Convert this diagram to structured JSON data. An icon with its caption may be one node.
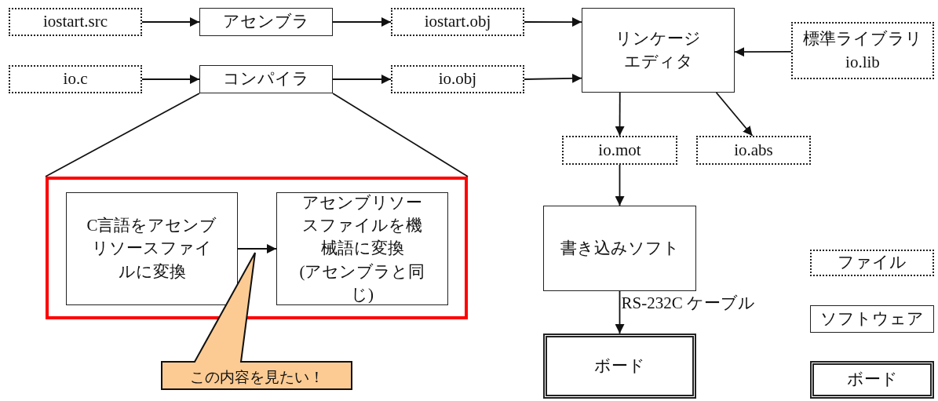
{
  "diagram": {
    "nodes": [
      {
        "text": [
          "iostart.src"
        ]
      },
      {
        "text": [
          "アセンブラ"
        ]
      },
      {
        "text": [
          "iostart.obj"
        ]
      },
      {
        "text": [
          "io.c"
        ]
      },
      {
        "text": [
          "コンパイラ"
        ]
      },
      {
        "text": [
          "io.obj"
        ]
      },
      {
        "text": [
          "リンケージエディタ"
        ]
      },
      {
        "text": [
          "標準ライブラリ",
          "io.lib"
        ]
      },
      {
        "text": [
          "io.mot"
        ]
      },
      {
        "text": [
          "io.abs"
        ]
      },
      {
        "text": [],
        "shape": "box"
      },
      {
        "text": [
          "C言語をアセンブリソースファイルに変換"
        ],
        "in": 10
      },
      {
        "text": [
          "アセンブリソースファイルを機械語に変換",
          "(アセンブラと同じ)"
        ],
        "in": 10
      },
      {
        "text": [
          "この内容を見たい！"
        ]
      },
      {
        "text": [
          "書き込みソフト"
        ]
      },
      {
        "text": [
          "ボード"
        ]
      }
    ],
    "edges": [
      {
        "from": 0,
        "to": 1,
        "arrow": "to"
      },
      {
        "from": 1,
        "to": 2,
        "arrow": "to"
      },
      {
        "from": 3,
        "to": 4,
        "arrow": "to"
      },
      {
        "from": 4,
        "to": 5,
        "arrow": "to"
      },
      {
        "from": 2,
        "to": 6,
        "arrow": "to"
      },
      {
        "from": 5,
        "to": 6,
        "arrow": "to"
      },
      {
        "from": 7,
        "to": 6,
        "arrow": "to"
      },
      {
        "from": 6,
        "to": 8,
        "arrow": "to"
      },
      {
        "from": 6,
        "to": 9,
        "arrow": "to"
      },
      {
        "from": 8,
        "to": 14,
        "arrow": "to"
      },
      {
        "from": 14,
        "to": 15,
        "arrow": "to",
        "label": "RS-232C ケーブル"
      },
      {
        "from": 11,
        "to": 12,
        "arrow": "to"
      },
      {
        "from": 4,
        "to": 10,
        "arrow": "none"
      },
      {
        "from": 4,
        "to": 10,
        "arrow": "none"
      }
    ],
    "legend": [
      {
        "text": "ファイル"
      },
      {
        "text": "ソフトウェア"
      },
      {
        "text": "ボード"
      }
    ]
  }
}
